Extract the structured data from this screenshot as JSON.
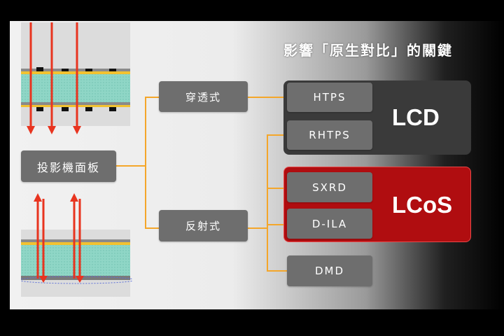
{
  "title": "影響「原生對比」的關鍵",
  "nodes": {
    "root": "投影機面板",
    "transmissive": "穿透式",
    "reflective": "反射式",
    "htps": "HTPS",
    "rhtps": "RHTPS",
    "sxrd": "SXRD",
    "dila": "D-ILA",
    "dmd": "DMD"
  },
  "groups": {
    "lcd": "LCD",
    "lcos": "LCoS"
  },
  "colors": {
    "connector": "#f4a62a",
    "lcos_group": "#b00d10",
    "lcd_group": "#3a3a3a",
    "node_box": "#6e6e6e",
    "arrow": "#e8341f",
    "panel_fill": "#8fd6c6",
    "panel_stripe": "#f2c230"
  }
}
